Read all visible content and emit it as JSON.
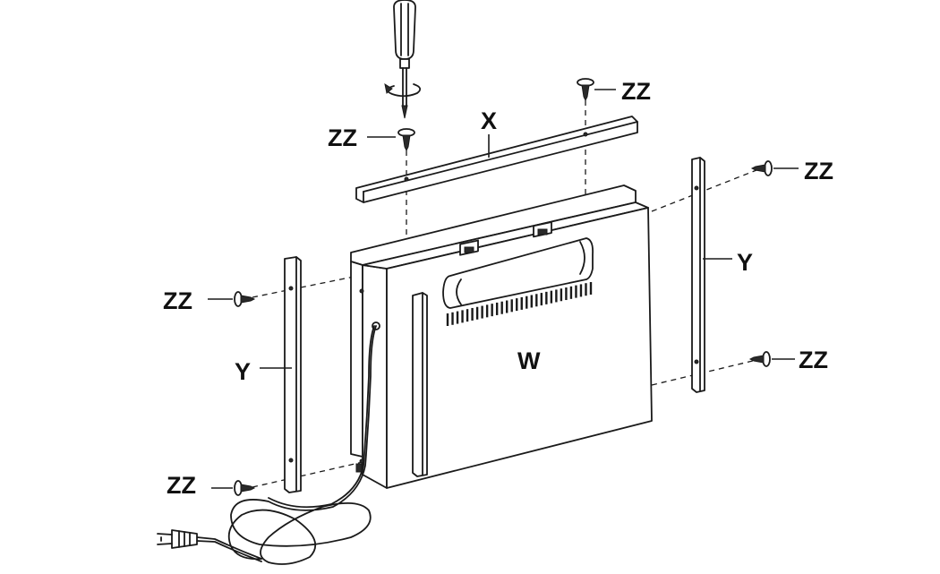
{
  "labels": {
    "fireplace_insert": "W",
    "top_trim": "X",
    "side_trim_left": "Y",
    "side_trim_right": "Y",
    "screw": "ZZ"
  },
  "colors": {
    "line": "#1a1a1a",
    "background": "#ffffff"
  },
  "icons": [
    "screwdriver-icon",
    "rotation-arrow-icon",
    "screw-icon",
    "power-plug-icon"
  ]
}
